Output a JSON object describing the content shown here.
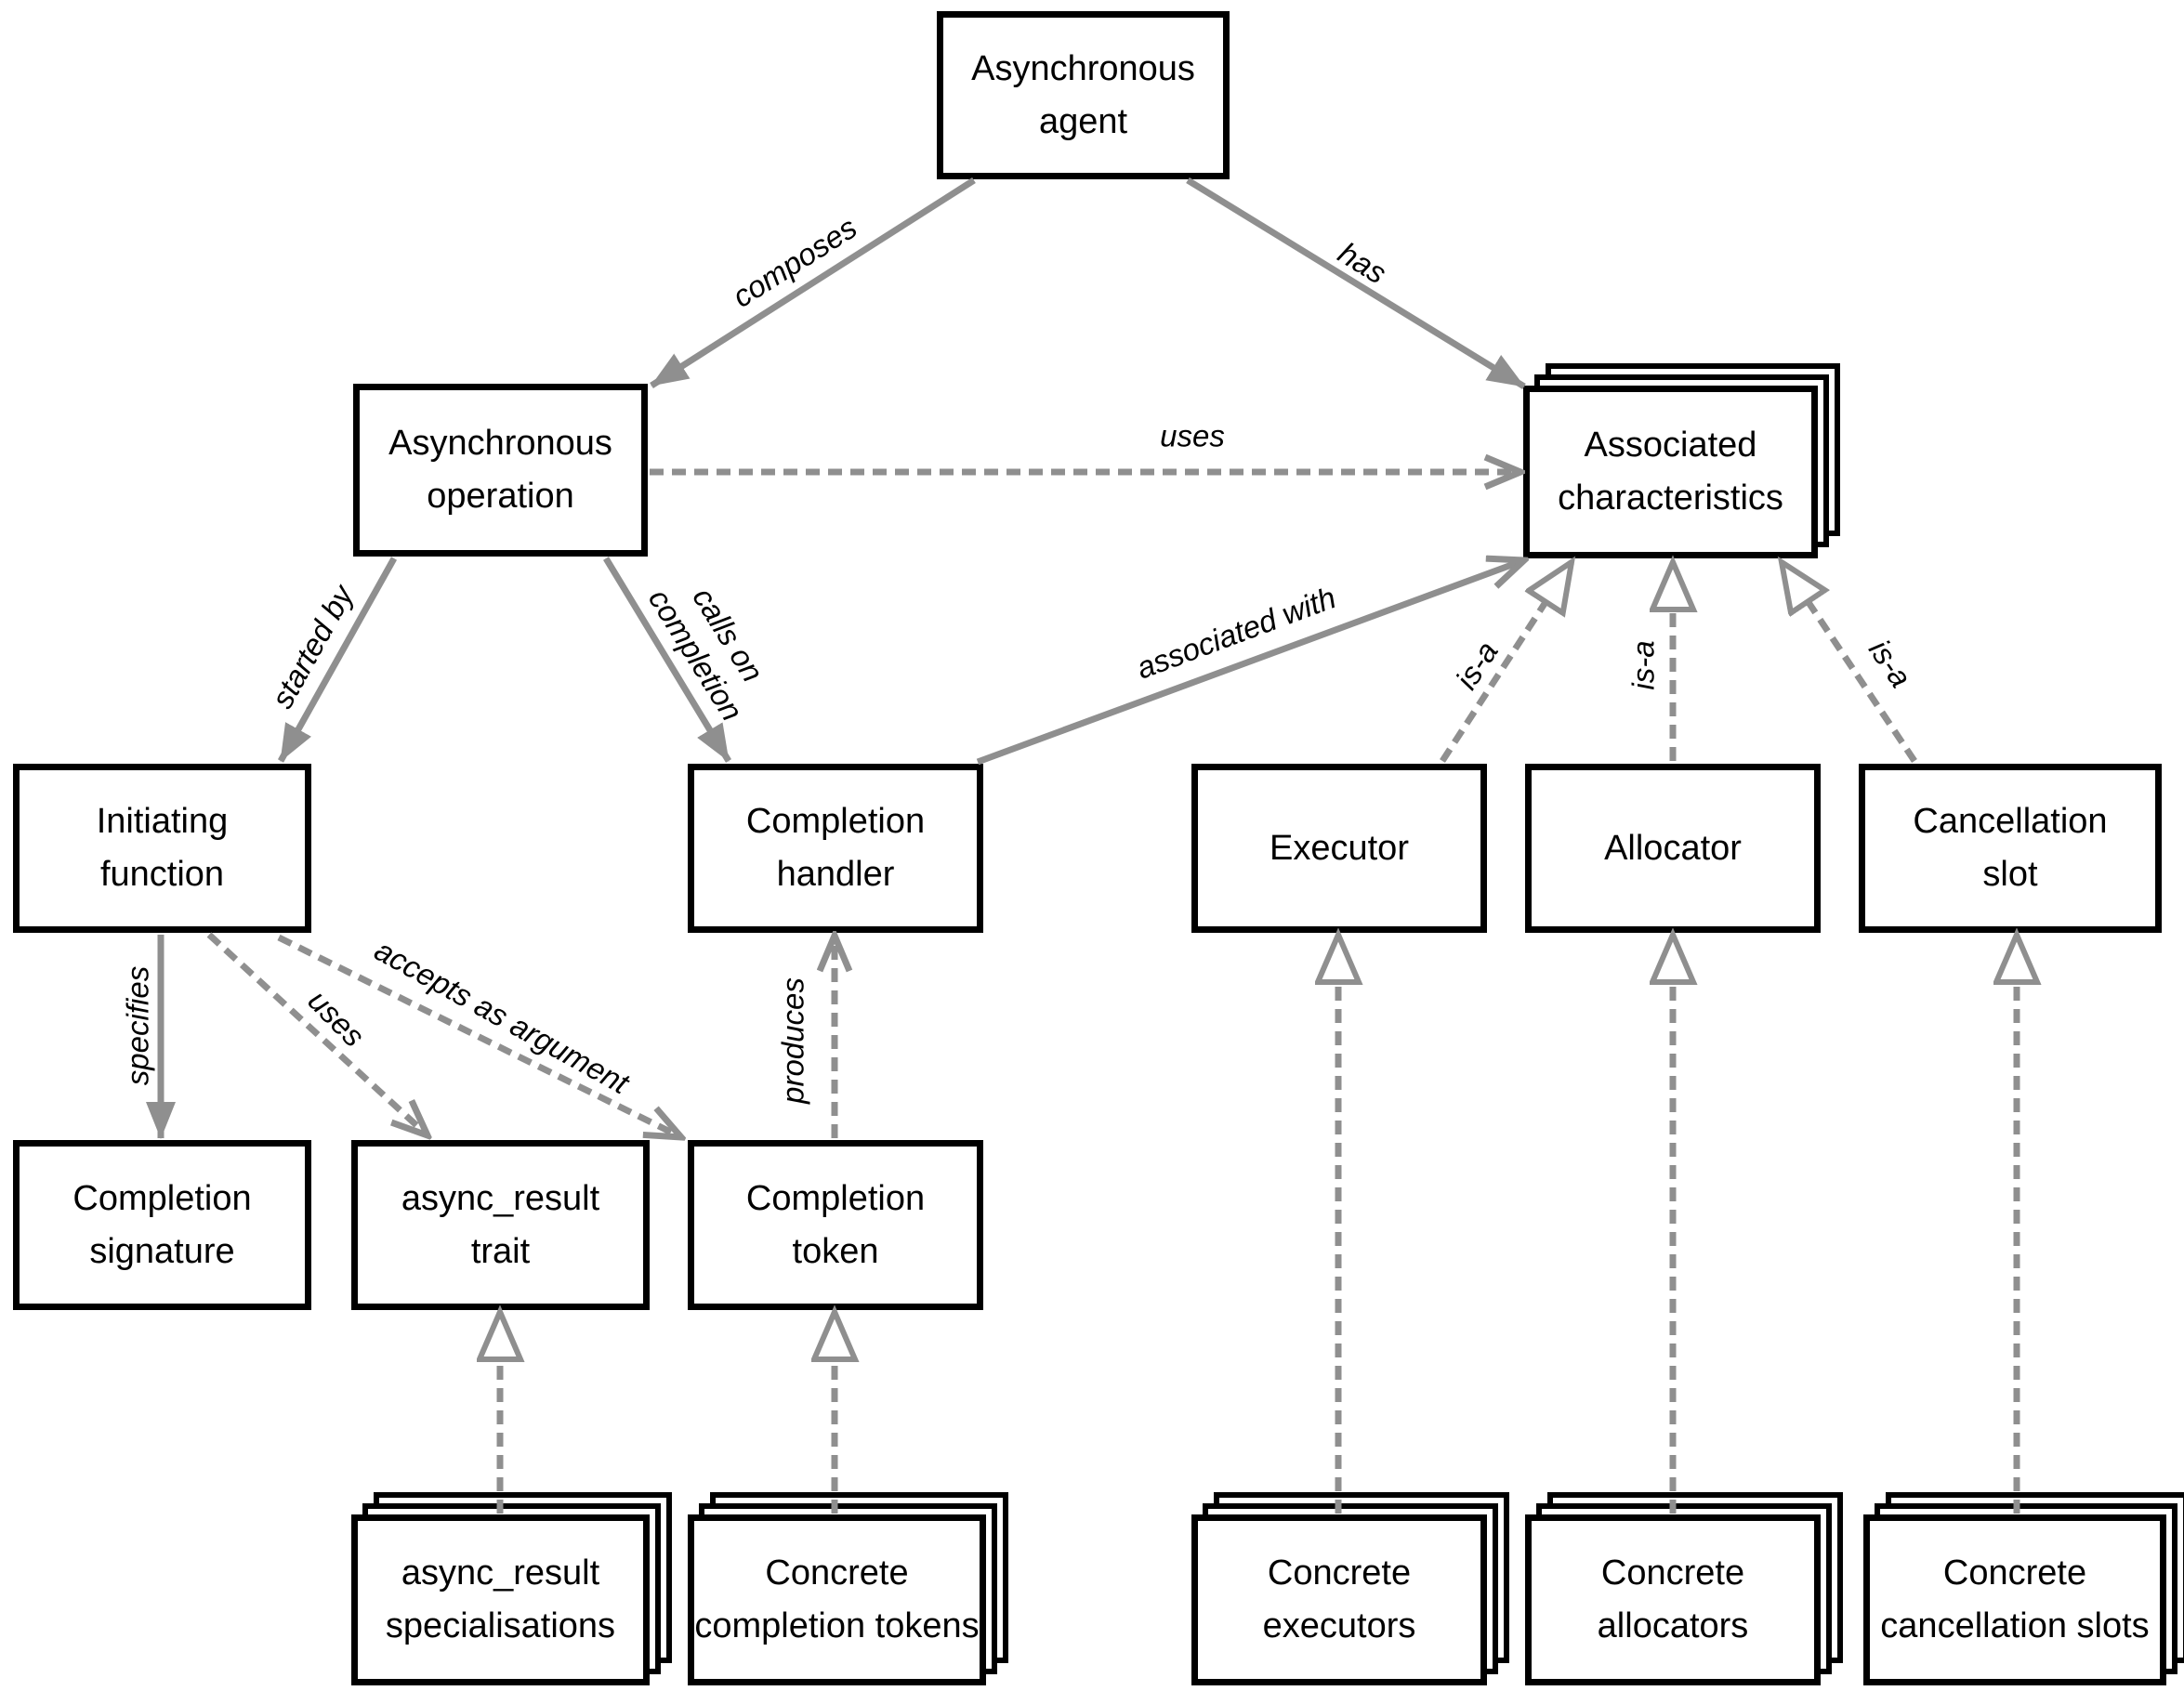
{
  "colors": {
    "line": "#8f8f8f",
    "border": "#000000",
    "text": "#000000",
    "background": "#ffffff"
  },
  "nodes": {
    "agent": "Asynchronous\nagent",
    "operation": "Asynchronous\noperation",
    "characteristics": "Associated\ncharacteristics",
    "initiating_function": "Initiating\nfunction",
    "completion_handler": "Completion\nhandler",
    "executor": "Executor",
    "allocator": "Allocator",
    "cancellation_slot": "Cancellation\nslot",
    "completion_signature": "Completion\nsignature",
    "async_result_trait": "async_result\ntrait",
    "completion_token": "Completion\ntoken",
    "async_result_specialisations": "async_result\nspecialisations",
    "concrete_completion_tokens": "Concrete\ncompletion tokens",
    "concrete_executors": "Concrete\nexecutors",
    "concrete_allocators": "Concrete\nallocators",
    "concrete_cancellation_slots": "Concrete\ncancellation slots"
  },
  "edges": {
    "composes": "composes",
    "has": "has",
    "uses_characteristics": "uses",
    "started_by": "started by",
    "calls_on_completion": "calls on\ncompletion",
    "associated_with": "associated with",
    "specifies": "specifies",
    "uses_trait": "uses",
    "accepts_as_argument": "accepts as argument",
    "produces": "produces",
    "is_a_executor": "is-a",
    "is_a_allocator": "is-a",
    "is_a_cancellation_slot": "is-a"
  }
}
